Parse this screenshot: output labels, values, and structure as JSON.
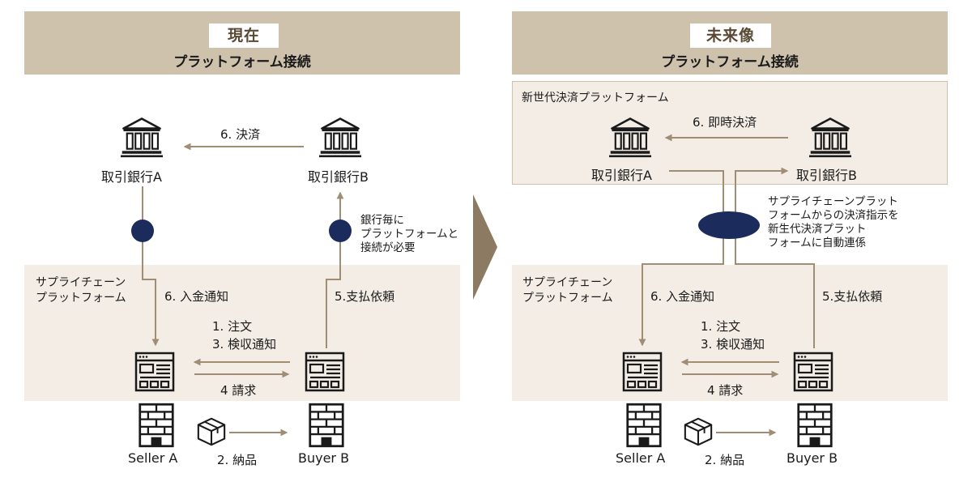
{
  "colors": {
    "header_bg": "#cfc2ad",
    "band_bg": "#f3ede6",
    "arrow": "#a08e74",
    "navy": "#1a2b5c",
    "chevron": "#8c7a63"
  },
  "left": {
    "badge": "現在",
    "subtitle": "プラットフォーム接続",
    "bank_a": "取引銀行A",
    "bank_b": "取引銀行B",
    "settlement": "6. 決済",
    "bank_note": [
      "銀行毎に",
      "プラットフォームと",
      "接続が必要"
    ],
    "platform_label": [
      "サプライチェーン",
      "プラットフォーム"
    ],
    "deposit_notice": "6. 入金通知",
    "payment_request": "5.支払依頼",
    "order": "1. 注文",
    "inspection": "3. 検収通知",
    "invoice": "4 請求",
    "seller": "Seller A",
    "buyer": "Buyer B",
    "delivery": "2. 納品"
  },
  "right": {
    "badge": "未来像",
    "subtitle": "プラットフォーム接続",
    "ngp_label": "新世代決済プラットフォーム",
    "bank_a": "取引銀行A",
    "bank_b": "取引銀行B",
    "settlement": "6. 即時決済",
    "link_note": [
      "サプライチェーンプラット",
      "フォームからの決済指示を",
      "新生代決済プラット",
      "フォームに自動連係"
    ],
    "platform_label": [
      "サプライチェーン",
      "プラットフォーム"
    ],
    "deposit_notice": "6. 入金通知",
    "payment_request": "5.支払依頼",
    "order": "1. 注文",
    "inspection": "3. 検収通知",
    "invoice": "4 請求",
    "seller": "Seller A",
    "buyer": "Buyer B",
    "delivery": "2. 納品"
  }
}
